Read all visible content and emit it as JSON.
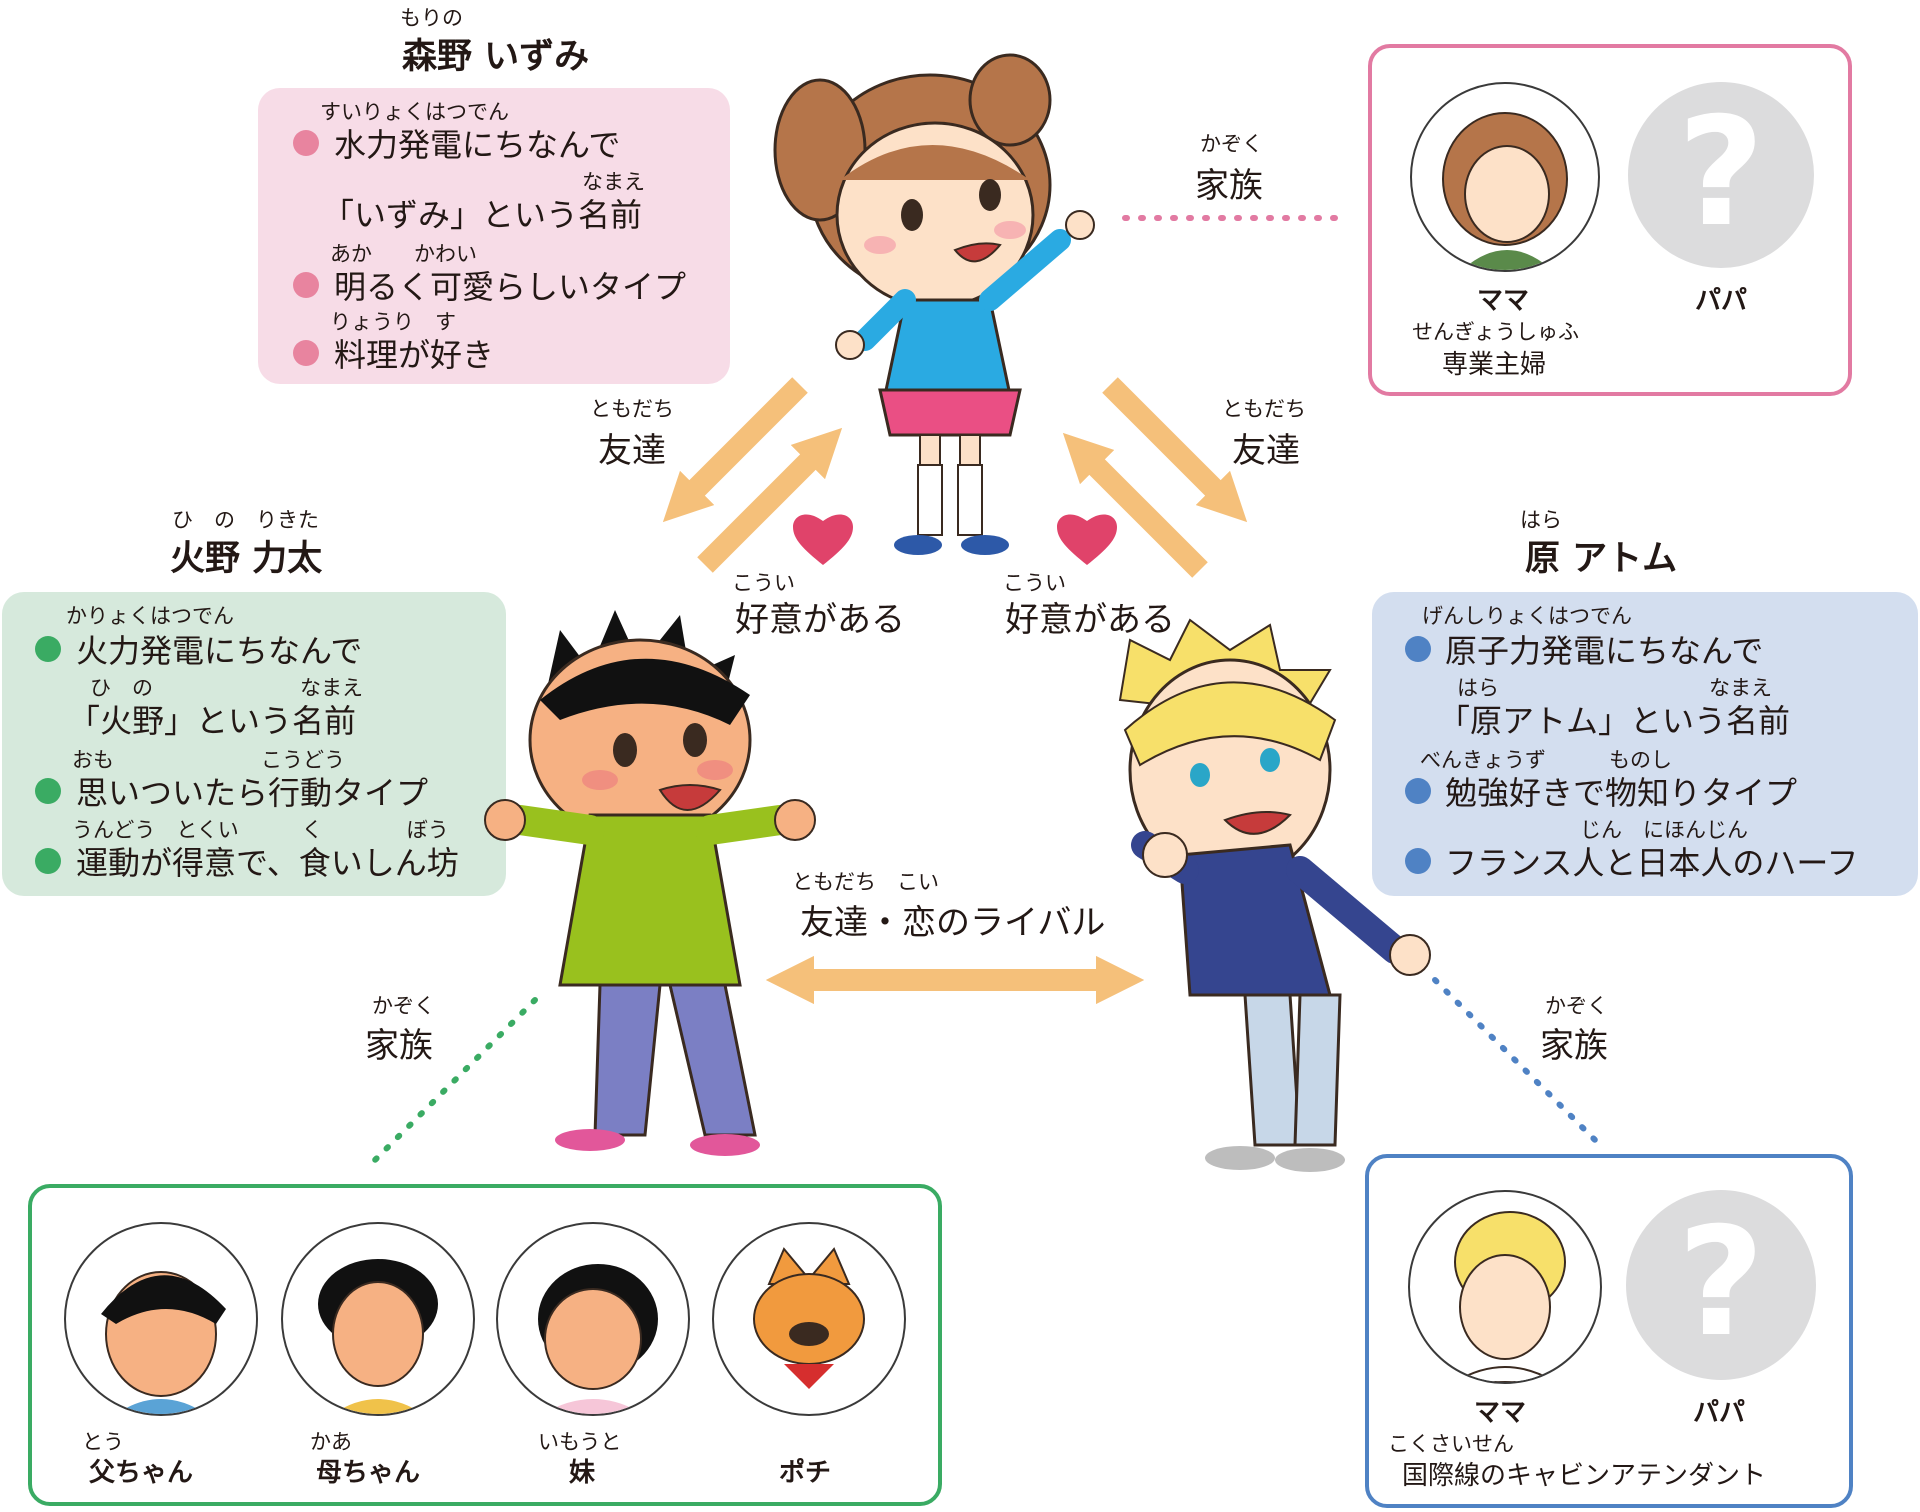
{
  "izumi": {
    "name_ruby": "もりの",
    "name": "森野 いずみ",
    "bullet_color": "#e8849f",
    "box_color": "#f7dce7",
    "lines": [
      {
        "ruby": "すいりょくはつでん",
        "text": "水力発電にちなんで",
        "bullet": true
      },
      {
        "ruby": "なまえ",
        "text": "「いずみ」という名前",
        "bullet": false
      },
      {
        "ruby": "あか　　かわい",
        "text": "明るく可愛らしいタイプ",
        "bullet": true
      },
      {
        "ruby": "りょうり　す",
        "text": "料理が好き",
        "bullet": true
      }
    ],
    "family_label_ruby": "かぞく",
    "family_label": "家族",
    "family_box_color": "#e27aa2",
    "family": [
      {
        "label": "ママ",
        "sub_ruby": "せんぎょうしゅふ",
        "sub": "専業主婦"
      },
      {
        "label": "パパ"
      }
    ]
  },
  "rikita": {
    "name_ruby": "ひ　の　りきた",
    "name": "火野 力太",
    "bullet_color": "#3aab63",
    "box_color": "#d6e9dc",
    "lines": [
      {
        "ruby": "かりょくはつでん",
        "text": "火力発電にちなんで",
        "bullet": true
      },
      {
        "ruby": "ひ　の　　　　　　　なまえ",
        "text": "「火野」という名前",
        "bullet": false
      },
      {
        "ruby": "おも　　　　　　　こうどう",
        "text": "思いついたら行動タイプ",
        "bullet": true
      },
      {
        "ruby": "うんどう　とくい　　　く　　　　ぼう",
        "text": "運動が得意で、食いしん坊",
        "bullet": true
      }
    ],
    "family_label_ruby": "かぞく",
    "family_label": "家族",
    "family_box_color": "#3aab63",
    "family": [
      {
        "ruby": "とう",
        "label": "父ちゃん"
      },
      {
        "ruby": "かあ",
        "label": "母ちゃん"
      },
      {
        "ruby": "いもうと",
        "label": "妹"
      },
      {
        "label": "ポチ"
      }
    ]
  },
  "atom": {
    "name_ruby": "はら",
    "name": "原 アトム",
    "bullet_color": "#4f82c4",
    "box_color": "#d3deef",
    "lines": [
      {
        "ruby": "げんしりょくはつでん",
        "text": "原子力発電にちなんで",
        "bullet": true
      },
      {
        "ruby": "はら　　　　　　　　　　なまえ",
        "text": "「原アトム」という名前",
        "bullet": false
      },
      {
        "ruby": "べんきょうず　　　ものし",
        "text": "勉強好きで物知りタイプ",
        "bullet": true
      },
      {
        "ruby": "じん　にほんじん",
        "text": "フランス人と日本人のハーフ",
        "bullet": true
      }
    ],
    "family_label_ruby": "かぞく",
    "family_label": "家族",
    "family_box_color": "#4f82c4",
    "family": [
      {
        "label": "ママ",
        "sub_ruby": "こくさいせん",
        "sub": "国際線のキャビンアテンダント"
      },
      {
        "label": "パパ"
      }
    ]
  },
  "relations": {
    "friend_ruby": "ともだち",
    "friend": "友達",
    "like_ruby": "こうい",
    "like": "好意がある",
    "rival_ruby": "ともだち　こい",
    "rival": "友達・恋のライバル",
    "arrow_color": "#f5c07a",
    "heart_color": "#e0436a"
  },
  "unknown_mark": "?"
}
